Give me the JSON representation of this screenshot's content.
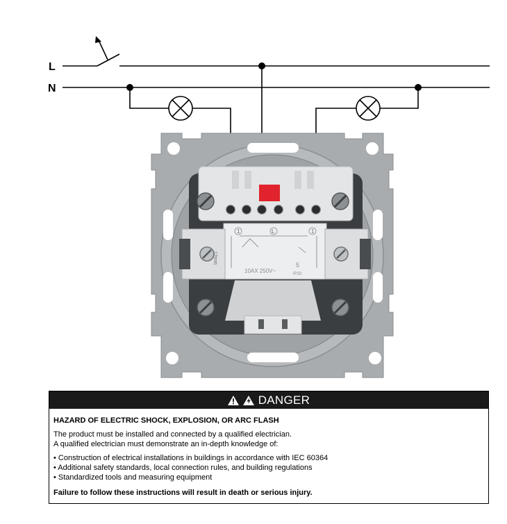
{
  "wiring": {
    "line_label": "L",
    "neutral_label": "N"
  },
  "device": {
    "terminal_marks": [
      "1",
      "L",
      "1"
    ],
    "rating_lines": [
      "10AX 250V~"
    ],
    "code_top": "...",
    "strip_length": "12mm",
    "variant_number": "5",
    "variant_code": "IP20"
  },
  "danger": {
    "header": "DANGER",
    "hazard_title": "HAZARD OF ELECTRIC SHOCK, EXPLOSION, OR ARC FLASH",
    "intro_line_1": "The product must be installed and connected by a qualified electrician.",
    "intro_line_2": "A qualified electrician must demonstrate an in-depth knowledge of:",
    "bullets": [
      "• Construction of electrical installations in buildings in accordance with IEC 60364",
      "• Additional safety standards, local connection rules, and building regulations",
      "• Standardized tools and measuring equipment"
    ],
    "footer": "Failure to follow these instructions will result in death or serious injury."
  },
  "colors": {
    "plate": "#a9acae",
    "plate_dark": "#7f8386",
    "housing": "#e4e5e6",
    "terminal_red": "#e0232c",
    "header_bg": "#1a1a1a"
  }
}
